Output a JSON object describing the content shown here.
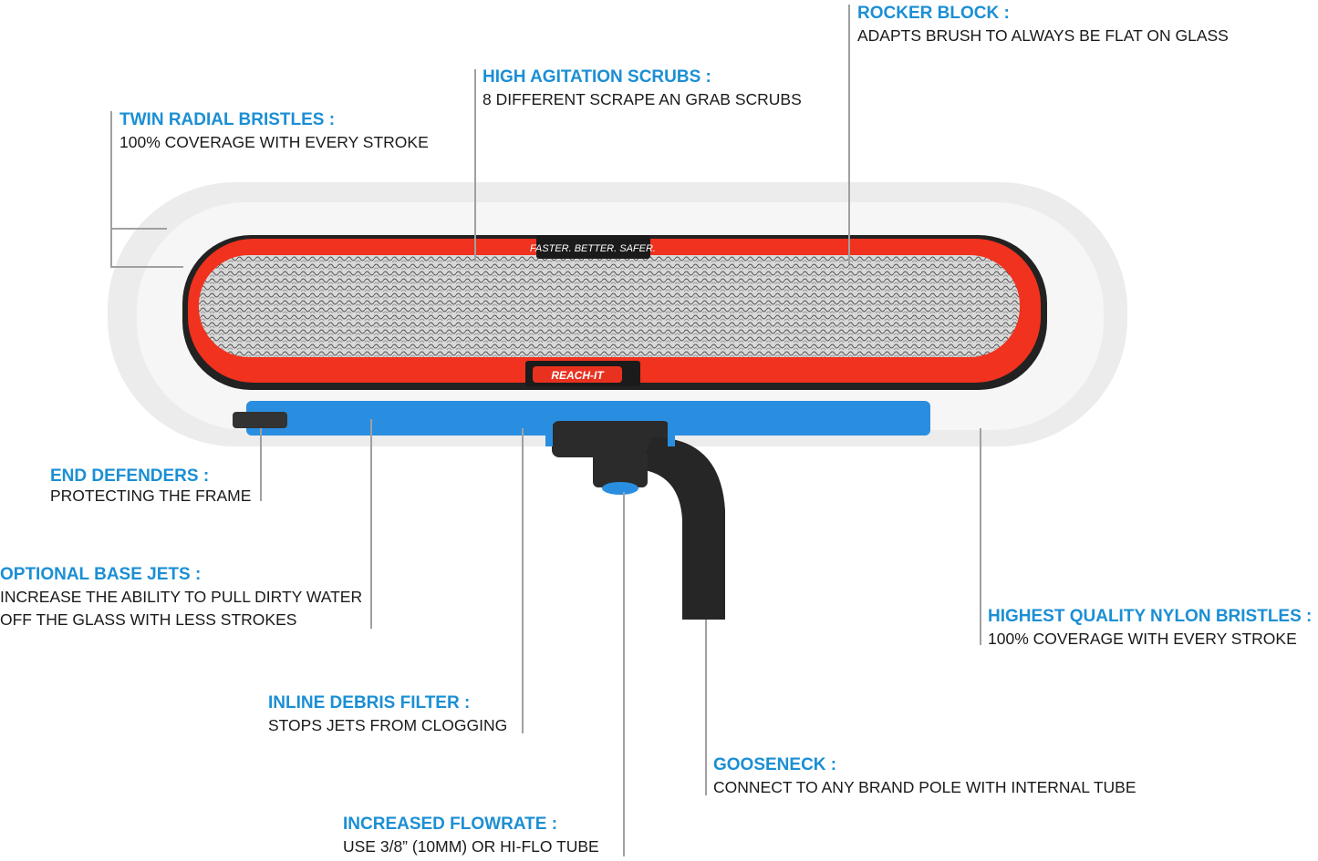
{
  "product": {
    "tag_top": "FASTER. BETTER. SAFER.",
    "logo": "REACH-IT"
  },
  "callouts": {
    "rocker_block": {
      "title": "ROCKER BLOCK :",
      "desc": [
        "ADAPTS BRUSH TO ALWAYS BE FLAT ON GLASS"
      ]
    },
    "high_agitation": {
      "title": "HIGH AGITATION SCRUBS :",
      "desc": [
        "8 DIFFERENT SCRAPE AN GRAB SCRUBS"
      ]
    },
    "twin_radial": {
      "title": "TWIN RADIAL BRISTLES :",
      "desc": [
        "100% COVERAGE WITH EVERY STROKE"
      ]
    },
    "end_defenders": {
      "title": "END DEFENDERS :",
      "desc": [
        "PROTECTING THE FRAME"
      ]
    },
    "base_jets": {
      "title": "OPTIONAL BASE JETS :",
      "desc": [
        "INCREASE THE ABILITY TO PULL DIRTY WATER",
        "OFF THE GLASS WITH LESS STROKES"
      ]
    },
    "debris_filter": {
      "title": "INLINE DEBRIS FILTER :",
      "desc": [
        "STOPS JETS FROM CLOGGING"
      ]
    },
    "flowrate": {
      "title": "INCREASED FLOWRATE :",
      "desc": [
        "USE 3/8” (10MM) OR HI-FLO TUBE"
      ]
    },
    "gooseneck": {
      "title": "GOOSENECK :",
      "desc": [
        "CONNECT TO ANY BRAND POLE WITH INTERNAL TUBE"
      ]
    },
    "nylon": {
      "title": "HIGHEST QUALITY NYLON BRISTLES :",
      "desc": [
        "100% COVERAGE WITH EVERY STROKE"
      ]
    }
  },
  "colors": {
    "accent": "#1b8fd4",
    "frame_red": "#f0321e",
    "frame_blue": "#2a8ee0"
  }
}
